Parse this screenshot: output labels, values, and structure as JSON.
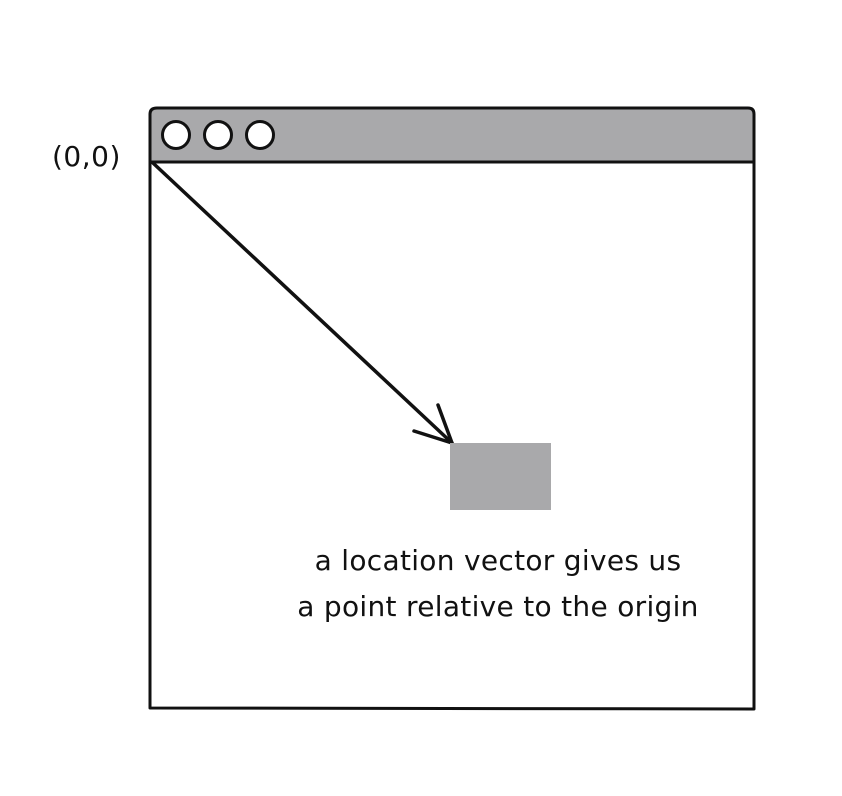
{
  "origin_label": "(0,0)",
  "caption": {
    "line1": "a location vector gives us",
    "line2": "a point relative to the origin"
  },
  "colors": {
    "outline": "#111111",
    "title_bar": "#a9a9ab",
    "target_box": "#a9a9ab",
    "background": "#ffffff"
  },
  "icons": [
    "window-control-circle",
    "window-control-circle",
    "window-control-circle",
    "arrow-icon"
  ]
}
